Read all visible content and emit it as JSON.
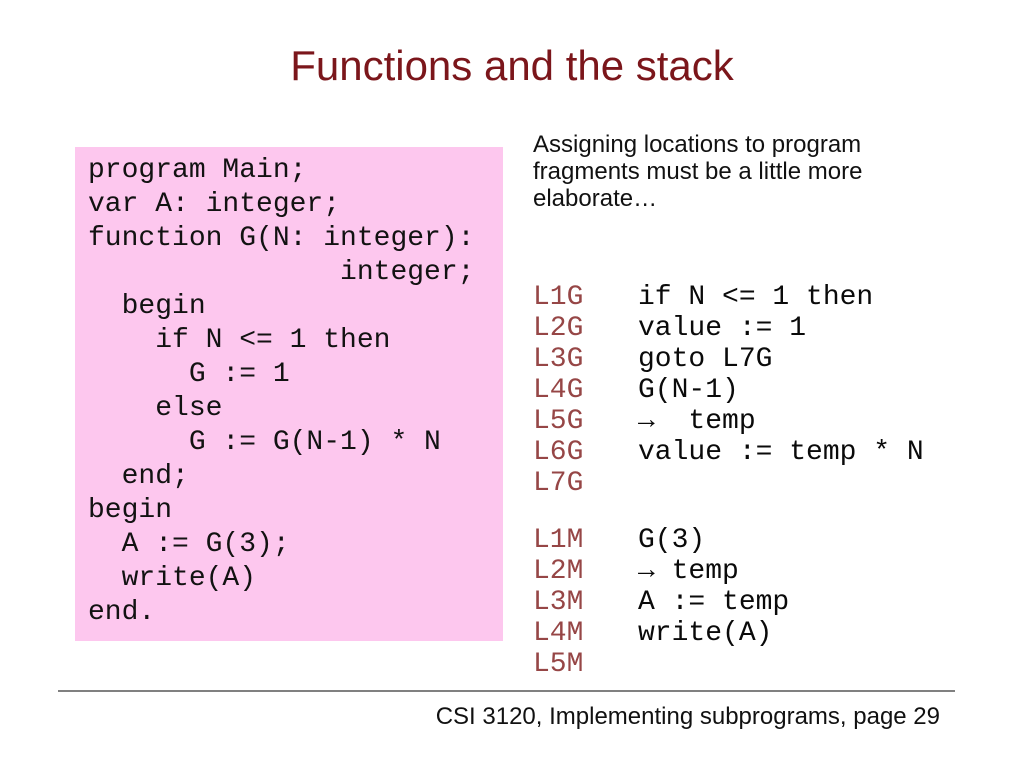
{
  "slide": {
    "title": "Functions and the stack",
    "intro": "Assigning locations to program fragments must be a little more elaborate…",
    "footer": "CSI 3120, Implementing subprograms, page 29"
  },
  "colors": {
    "title_maroon": "#7B161B",
    "label_maroon": "#964646",
    "code_box_pink": "#FDC7EE",
    "divider_gray": "#808080"
  },
  "program": {
    "lines": [
      "program Main;",
      "var A: integer;",
      "function G(N: integer):",
      "               integer;",
      "  begin",
      "    if N <= 1 then",
      "      G := 1",
      "    else",
      "      G := G(N-1) * N",
      "  end;",
      "begin",
      "  A := G(3);",
      "  write(A)",
      "end."
    ]
  },
  "right_code": {
    "groups": [
      {
        "rows": [
          {
            "label": "L1G",
            "code": "if N <= 1 then"
          },
          {
            "label": "L2G",
            "code": "value := 1"
          },
          {
            "label": "L3G",
            "code": "goto L7G"
          },
          {
            "label": "L4G",
            "code": "G(N-1)"
          },
          {
            "label": "L5G",
            "code": "→  temp"
          },
          {
            "label": "L6G",
            "code": "value := temp * N"
          },
          {
            "label": "L7G",
            "code": ""
          }
        ]
      },
      {
        "rows": [
          {
            "label": "L1M",
            "code": "G(3)"
          },
          {
            "label": "L2M",
            "code": "→ temp"
          },
          {
            "label": "L3M",
            "code": "A := temp"
          },
          {
            "label": "L4M",
            "code": "write(A)"
          },
          {
            "label": "L5M",
            "code": ""
          }
        ]
      }
    ]
  }
}
